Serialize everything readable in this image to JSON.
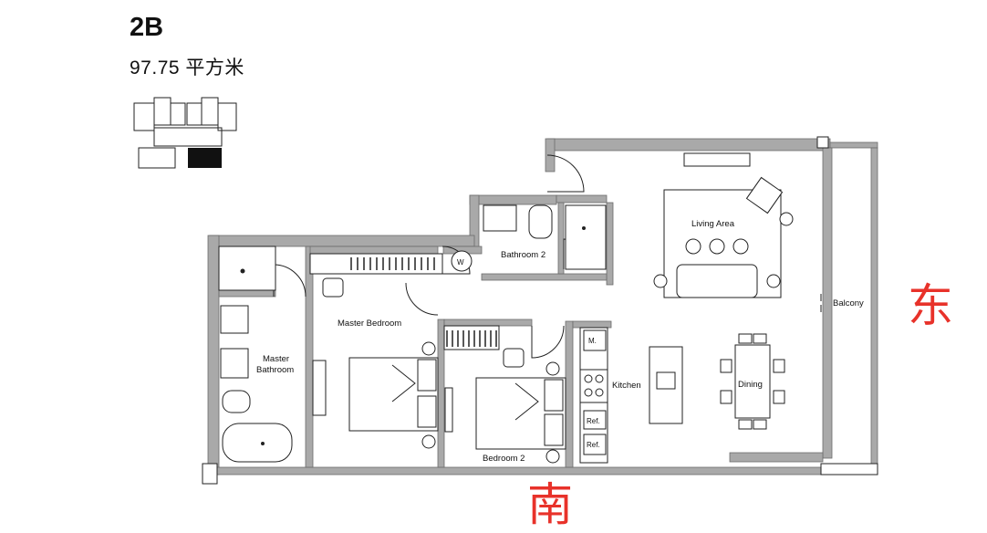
{
  "unit": {
    "name": "2B",
    "area": "97.75 平方米"
  },
  "compass": {
    "east": "东",
    "south": "南"
  },
  "rooms": {
    "living_area": "Living Area",
    "bathroom_2": "Bathroom 2",
    "master_bedroom": "Master Bedroom",
    "master_bathroom_line1": "Master",
    "master_bathroom_line2": "Bathroom",
    "balcony": "Balcony",
    "kitchen": "Kitchen",
    "dining": "Dining",
    "bedroom_2": "Bedroom 2"
  },
  "fixtures": {
    "washer": "W",
    "microwave": "M.",
    "fridge_1": "Ref.",
    "fridge_2": "Ref."
  },
  "colors": {
    "wall": "#a9a9a9",
    "compass_text": "#e8322a",
    "key_plan_highlight": "#111111"
  }
}
